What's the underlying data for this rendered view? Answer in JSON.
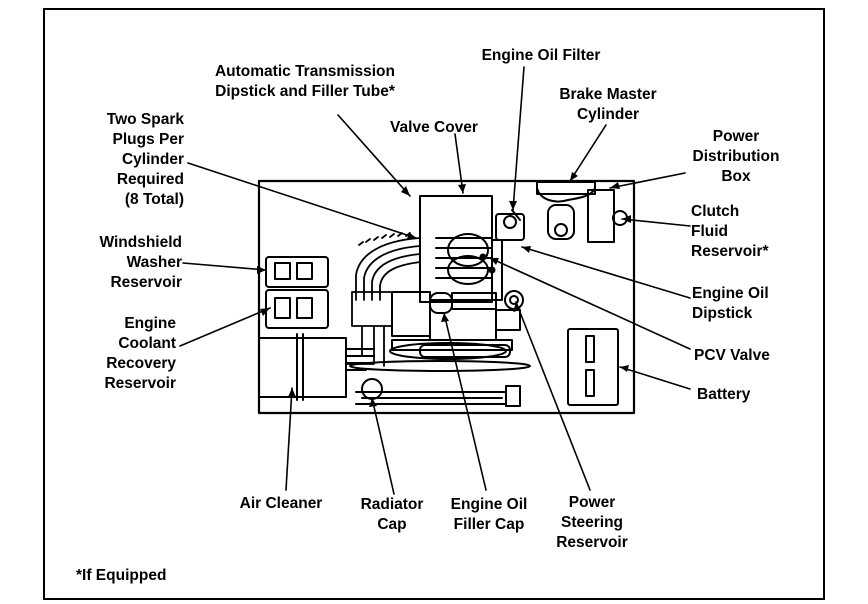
{
  "labels": {
    "automatic_transmission": "Automatic Transmission\nDipstick and Filler Tube*",
    "engine_oil_filter": "Engine Oil Filter",
    "brake_master_cylinder": "Brake Master\nCylinder",
    "power_distribution_box": "Power\nDistribution\nBox",
    "valve_cover": "Valve Cover",
    "spark_plugs": "Two Spark\nPlugs Per\nCylinder\nRequired\n(8 Total)",
    "clutch_fluid_reservoir": "Clutch\nFluid\nReservoir*",
    "windshield_washer_reservoir": "Windshield\nWasher\nReservoir",
    "engine_oil_dipstick": "Engine Oil\nDipstick",
    "engine_coolant_recovery_reservoir": "Engine\nCoolant\nRecovery\nReservoir",
    "pcv_valve": "PCV Valve",
    "battery": "Battery",
    "air_cleaner": "Air Cleaner",
    "radiator_cap": "Radiator\nCap",
    "engine_oil_filler_cap": "Engine Oil\nFiller Cap",
    "power_steering_reservoir": "Power\nSteering\nReservoir"
  },
  "footnote": "*If Equipped"
}
